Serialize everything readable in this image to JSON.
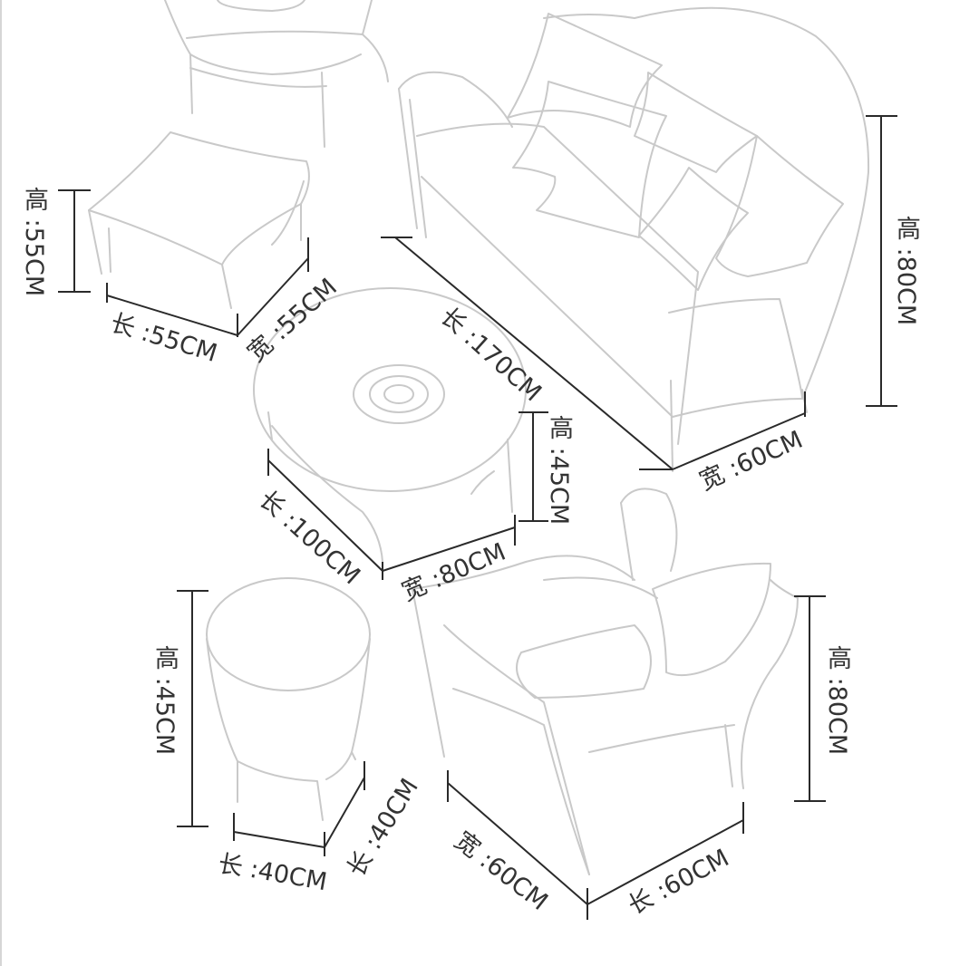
{
  "colors": {
    "sketch": "#c9c9c9",
    "dimension_line": "#2a2a2a",
    "text": "#333333",
    "background": "#ffffff"
  },
  "dimensions": {
    "ottoman": {
      "height": "高 :55CM",
      "length": "长 :55CM",
      "width": "宽 :55CM"
    },
    "sofa": {
      "length": "长 :170CM",
      "width": "宽 :60CM",
      "height": "高 :80CM"
    },
    "coffee_table": {
      "length": "长 :100CM",
      "width": "宽 :80CM",
      "height": "高 :45CM"
    },
    "side_table": {
      "height": "高 :45CM",
      "length": "长 :40CM",
      "width": "长 :40CM"
    },
    "armchair": {
      "width": "宽 :60CM",
      "length": "长 :60CM",
      "height": "高 :80CM"
    }
  }
}
